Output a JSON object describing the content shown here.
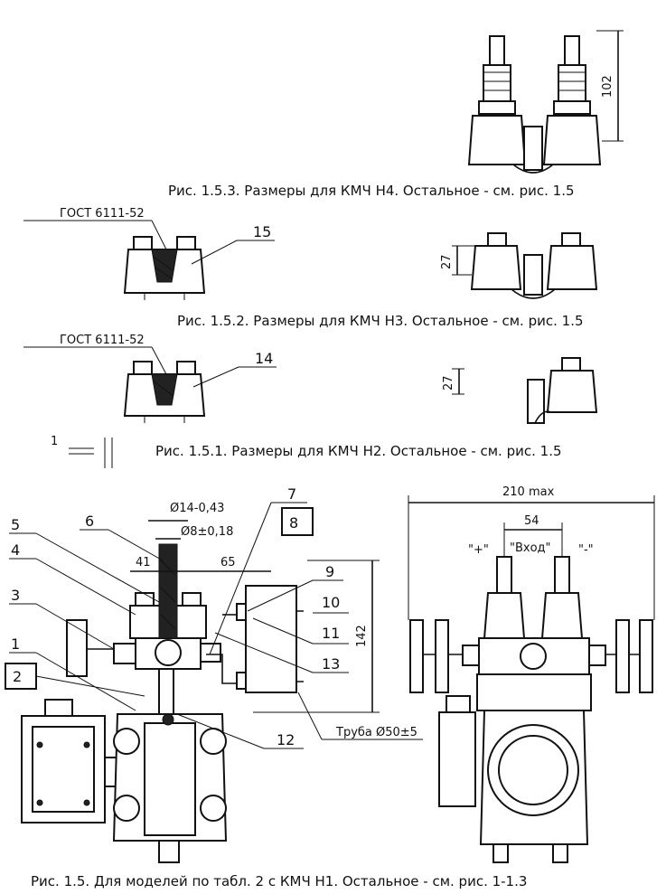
{
  "captions": {
    "fig_1_5_3": "Рис. 1.5.3. Размеры для КМЧ Н4. Остальное - см. рис. 1.5",
    "fig_1_5_2": "Рис. 1.5.2. Размеры для КМЧ Н3. Остальное - см. рис. 1.5",
    "fig_1_5_1": "Рис. 1.5.1. Размеры для КМЧ Н2. Остальное - см. рис. 1.5",
    "fig_1_5": "Рис. 1.5. Для моделей по табл. 2 с КМЧ Н1. Остальное - см. рис. 1-1.3"
  },
  "standards": {
    "gost_top": "ГОСТ 6111-52",
    "gost_mid": "ГОСТ 6111-52"
  },
  "dimensions": {
    "d102": "102",
    "d27_a": "27",
    "d27_b": "27",
    "d210": "210 max",
    "d54": "54",
    "d14": "Ø14-0,43",
    "d8": "Ø8±0,18",
    "d41": "41",
    "d65": "65",
    "d142": "142",
    "pipe": "Труба Ø50±5"
  },
  "labels": {
    "inlet": "\"Вход\"",
    "plus": "\"+\"",
    "minus": "\"-\"",
    "side_num": "1"
  },
  "callouts": [
    "1",
    "2",
    "3",
    "4",
    "5",
    "6",
    "7",
    "8",
    "9",
    "10",
    "11",
    "12",
    "13",
    "14",
    "15"
  ]
}
